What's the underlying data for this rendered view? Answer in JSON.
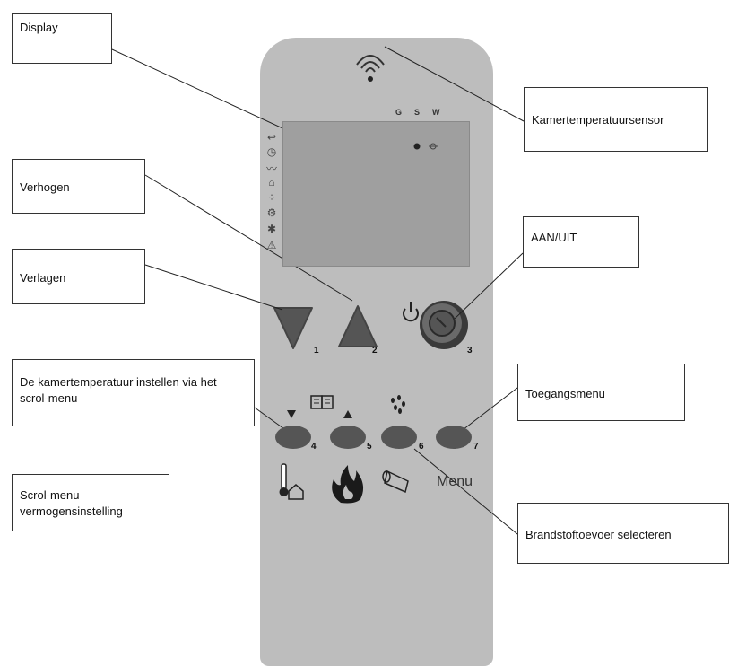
{
  "callouts": {
    "display": "Display",
    "sensor": "Kamertemperatuursensor",
    "raise": "Verhogen",
    "onoff": "AAN/UIT",
    "lower": "Verlagen",
    "scroll_temp": "De kamertemperatuur instellen via het scrol-menu",
    "access_menu": "Toegangsmenu",
    "scroll_power": "Scrol-menu vermogensinstelling",
    "fuel": "Brandstoftoevoer selecteren"
  },
  "remote": {
    "status_labels": [
      "G",
      "S",
      "W"
    ],
    "button_numbers": [
      "1",
      "2",
      "3",
      "4",
      "5",
      "6",
      "7"
    ],
    "menu_label": "Menu"
  },
  "colors": {
    "remote_body": "#bdbdbd",
    "screen": "#9f9f9f",
    "button": "#555555"
  },
  "icons": {
    "side_icons": [
      "key-arrow-icon",
      "clock-icon",
      "wave-icon",
      "log-icon",
      "pellets-icon",
      "fan-plug-icon",
      "fan-icon",
      "warning-icon"
    ],
    "top_icon": "wireless-signal-icon",
    "power_icon": "power-icon"
  }
}
